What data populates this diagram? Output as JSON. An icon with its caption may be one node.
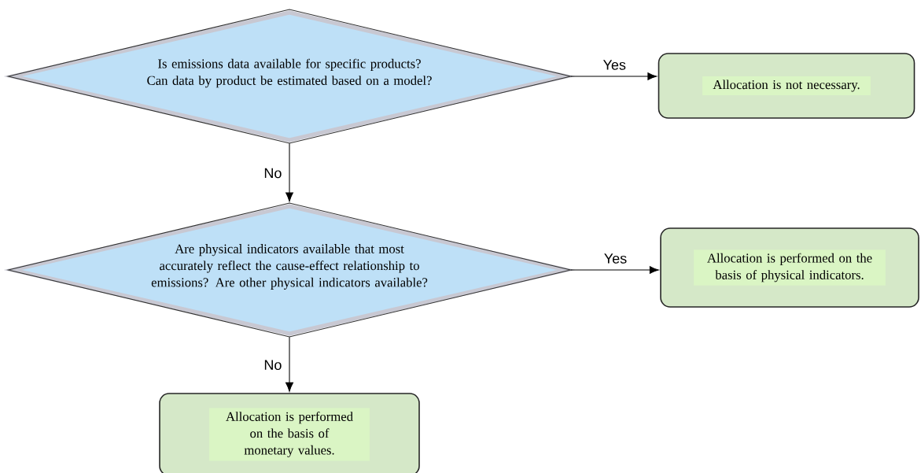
{
  "diagram": {
    "nodes": [
      {
        "text": [
          "Is emissions data available for specific products? Can data by product be estimated based on a model?"
        ]
      },
      {
        "text": [
          "Allocation is not necessary."
        ]
      },
      {
        "text": [
          "Are physical indicators available that most accurately reflect the cause-effect relationship to emissions? Are other physical indicators available?"
        ]
      },
      {
        "text": [
          "Allocation is performed on the basis of physical indicators."
        ]
      },
      {
        "text": [
          "Allocation is performed on the basis of monetary values."
        ]
      }
    ],
    "edges": [
      {
        "from": 0,
        "to": 1,
        "arrow": "to",
        "label": "Yes"
      },
      {
        "from": 0,
        "to": 2,
        "arrow": "to",
        "label": "No"
      },
      {
        "from": 2,
        "to": 3,
        "arrow": "to",
        "label": "Yes"
      },
      {
        "from": 2,
        "to": 4,
        "arrow": "to",
        "label": "No"
      }
    ]
  }
}
